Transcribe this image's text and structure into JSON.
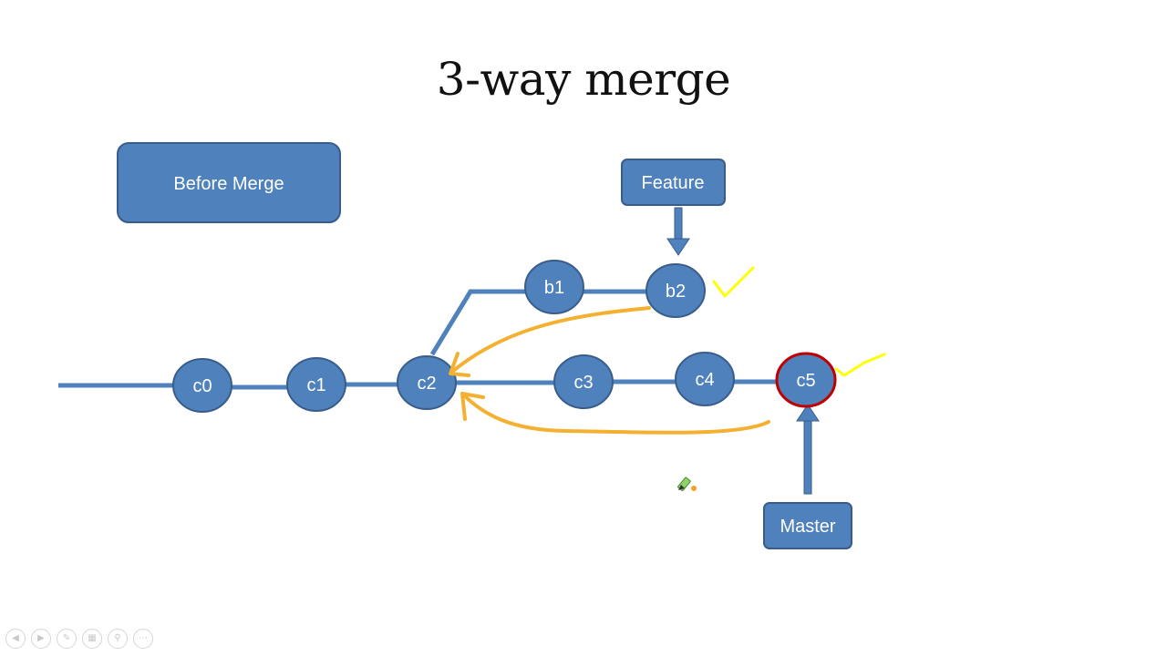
{
  "title": "3-way merge",
  "boxes": {
    "before_merge": "Before Merge",
    "feature": "Feature",
    "master": "Master"
  },
  "commits": {
    "c0": "c0",
    "c1": "c1",
    "c2": "c2",
    "c3": "c3",
    "c4": "c4",
    "c5": "c5",
    "b1": "b1",
    "b2": "b2"
  },
  "colors": {
    "node_fill": "#4f81bd",
    "node_stroke": "#385d8a",
    "line": "#4f81bd",
    "highlight_stroke": "#c00000",
    "merge_arrow": "#f4b030",
    "check_mark": "#ffff00"
  },
  "toolbar": {
    "icons": [
      "previous-slide-icon",
      "next-slide-icon",
      "pen-icon",
      "slides-grid-icon",
      "zoom-icon",
      "more-options-icon"
    ]
  }
}
